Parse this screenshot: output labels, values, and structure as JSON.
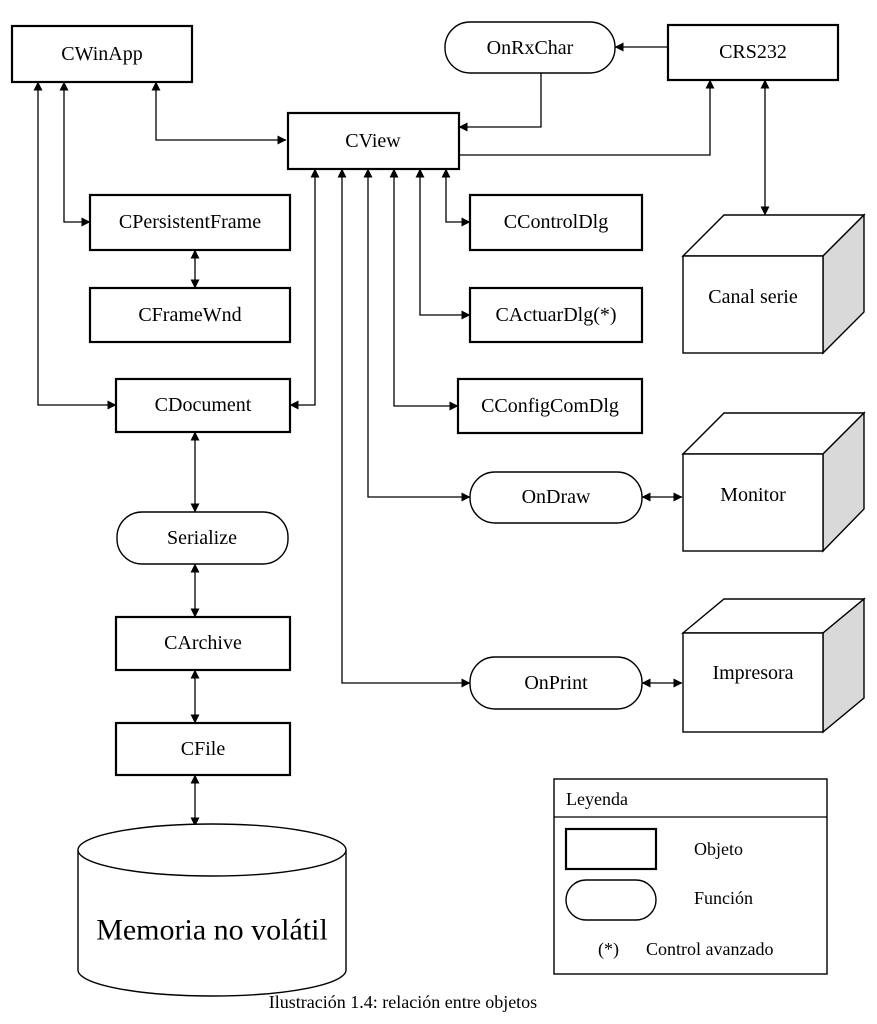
{
  "nodes": {
    "cwinapp": "CWinApp",
    "onrxchar": "OnRxChar",
    "crs232": "CRS232",
    "cview": "CView",
    "cpersistentframe": "CPersistentFrame",
    "ccontroldlg": "CControlDlg",
    "cframewnd": "CFrameWnd",
    "cactuardlg": "CActuarDlg(*)",
    "cdocument": "CDocument",
    "cconfigcomdlg": "CConfigComDlg",
    "ondraw": "OnDraw",
    "serialize": "Serialize",
    "carchive": "CArchive",
    "onprint": "OnPrint",
    "cfile": "CFile",
    "memoria": "Memoria no volátil"
  },
  "devices": {
    "canal_serie": "Canal serie",
    "monitor": "Monitor",
    "impresora": "Impresora"
  },
  "legend": {
    "title": "Leyenda",
    "objeto": "Objeto",
    "funcion": "Función",
    "asterisk": "(*)",
    "control_avanzado": "Control avanzado"
  },
  "caption": "Ilustración 1.4: relación entre objetos",
  "colors": {
    "line": "#000000",
    "background": "#ffffff",
    "device_side": "#d9d9d9"
  }
}
